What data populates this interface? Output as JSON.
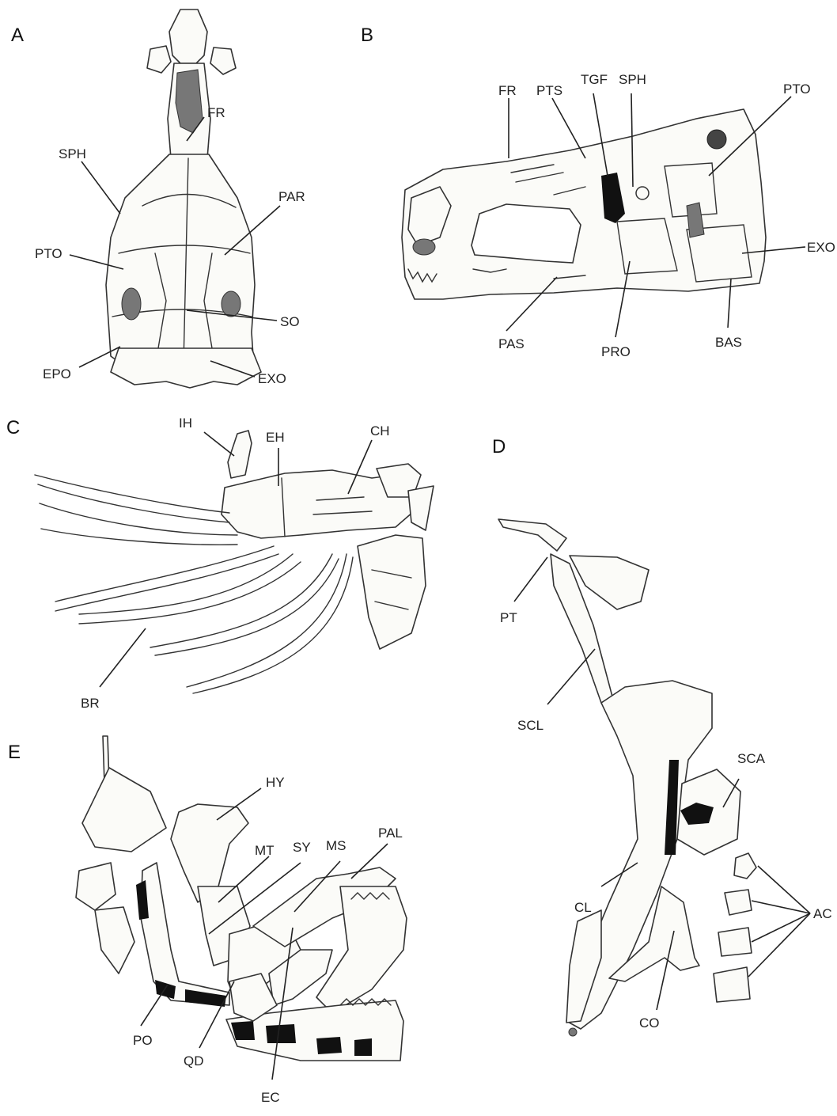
{
  "panels": {
    "A": {
      "letter": "A",
      "labels": {
        "FR": "FR",
        "SPH": "SPH",
        "PAR": "PAR",
        "PTO": "PTO",
        "SO": "SO",
        "EPO": "EPO",
        "EXO": "EXO"
      }
    },
    "B": {
      "letter": "B",
      "labels": {
        "FR": "FR",
        "PTS": "PTS",
        "TGF": "TGF",
        "SPH": "SPH",
        "PTO": "PTO",
        "EXO": "EXO",
        "PAS": "PAS",
        "PRO": "PRO",
        "BAS": "BAS"
      }
    },
    "C": {
      "letter": "C",
      "labels": {
        "IH": "IH",
        "EH": "EH",
        "CH": "CH",
        "BR": "BR"
      }
    },
    "D": {
      "letter": "D",
      "labels": {
        "PT": "PT",
        "SCL": "SCL",
        "SCA": "SCA",
        "CL": "CL",
        "AC": "AC",
        "CO": "CO"
      }
    },
    "E": {
      "letter": "E",
      "labels": {
        "HY": "HY",
        "MT": "MT",
        "SY": "SY",
        "MS": "MS",
        "PAL": "PAL",
        "PO": "PO",
        "QD": "QD",
        "EC": "EC"
      }
    }
  }
}
